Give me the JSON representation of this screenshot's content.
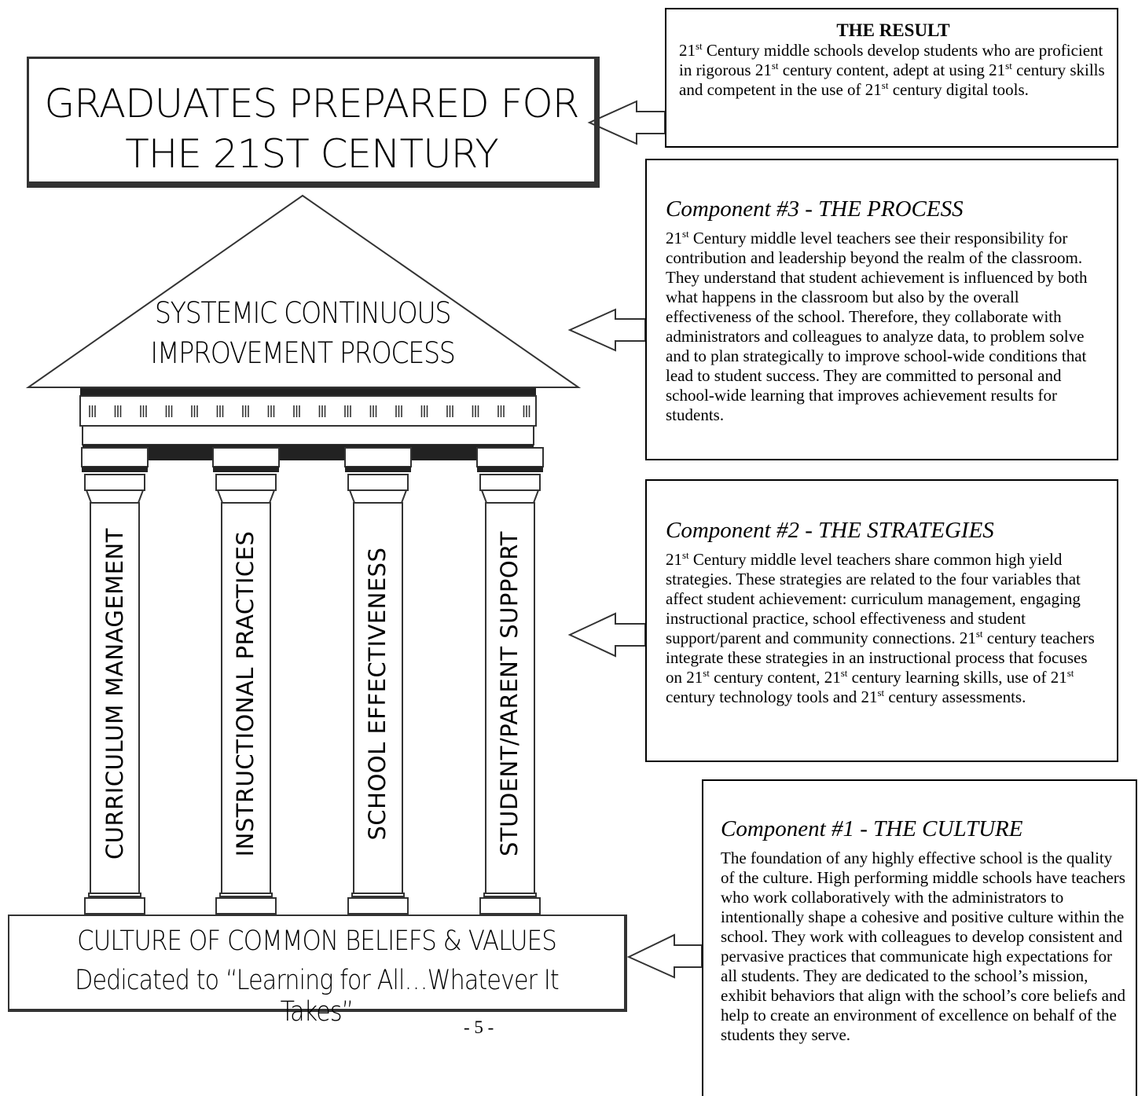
{
  "banner": {
    "line1": "GRADUATES PREPARED FOR",
    "line2": "THE 21ST CENTURY"
  },
  "roof": {
    "line1": "SYSTEMIC CONTINUOUS",
    "line2": "IMPROVEMENT PROCESS"
  },
  "columns": [
    {
      "label": "CURRICULUM MANAGEMENT"
    },
    {
      "label": "INSTRUCTIONAL PRACTICES"
    },
    {
      "label": "SCHOOL EFFECTIVENESS"
    },
    {
      "label": "STUDENT/PARENT SUPPORT"
    }
  ],
  "base": {
    "line1": "CULTURE OF COMMON BELIEFS & VALUES",
    "line2": "Dedicated to “Learning for All…Whatever It Takes”"
  },
  "page_number": "- 5 -",
  "result": {
    "title": "THE RESULT",
    "s1": "21",
    "s2": "st",
    "s3": " Century middle schools develop students who are proficient in rigorous 21",
    "s4": "st",
    "s5": " century content, adept at using 21",
    "s6": "st",
    "s7": " century skills and competent in the use of 21",
    "s8": "st",
    "s9": " century digital tools."
  },
  "component3": {
    "title": "Component #3 - THE PROCESS",
    "s1": "21",
    "s2": "st",
    "s3": " Century middle level teachers see their responsibility for contribution and leadership beyond the realm of the classroom.  They understand that student achievement is influenced by both what happens in the classroom but also by the overall effectiveness of the school.  Therefore, they collaborate with administrators and colleagues to analyze data, to problem solve and to plan strategically to improve school-wide conditions that lead to student success. They are committed to personal and school-wide learning that improves achievement results for students."
  },
  "component2": {
    "title": "Component #2 - THE STRATEGIES",
    "s1": "21",
    "s2": "st",
    "s3": " Century middle level teachers share common high yield strategies.  These strategies are related to the four variables that affect student achievement: curriculum management, engaging instructional practice, school effectiveness and student support/parent and community connections.  21",
    "s4": "st",
    "s5": " century teachers integrate these strategies in an instructional process that focuses on 21",
    "s6": "st",
    "s7": " century content, 21",
    "s8": "st",
    "s9": " century learning skills, use of 21",
    "s10": "st",
    "s11": " century technology tools and 21",
    "s12": "st",
    "s13": " century assessments."
  },
  "component1": {
    "title": "Component #1 - THE CULTURE",
    "body": "The foundation of any highly effective school is the quality of the culture.  High performing middle schools have teachers who work collaboratively with the administrators to intentionally shape a cohesive and positive culture within the school. They work with colleagues to develop consistent and pervasive practices that communicate high expectations for all students. They are dedicated to the school’s mission, exhibit behaviors that align with the school’s core beliefs and help to create an environment of excellence on behalf of the students they serve."
  }
}
